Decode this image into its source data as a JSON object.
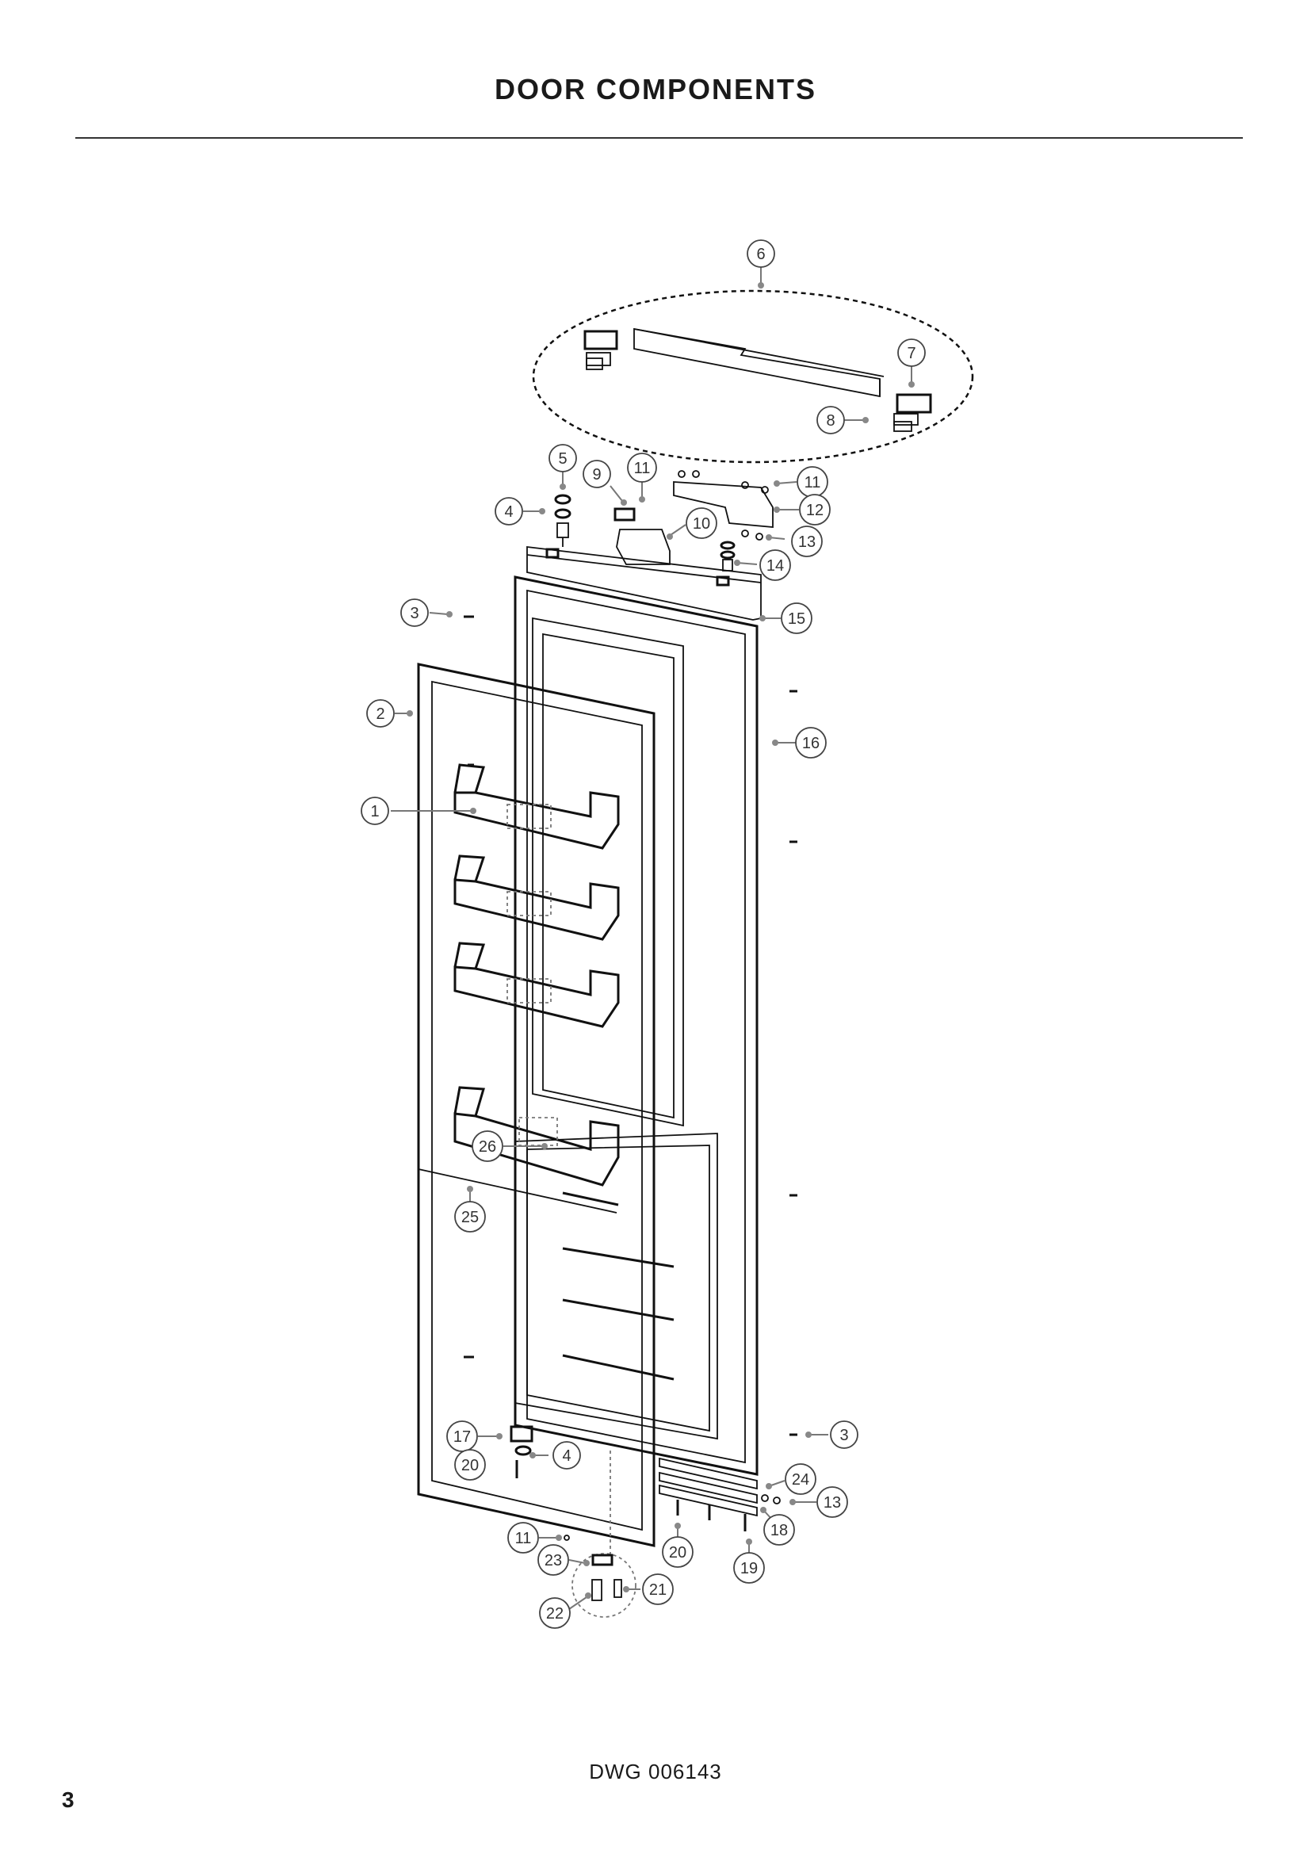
{
  "header": {
    "title": "DOOR COMPONENTS"
  },
  "footer": {
    "drawing_number": "DWG 006143",
    "page_number": "3"
  },
  "callouts": [
    {
      "id": "c6",
      "label": "6"
    },
    {
      "id": "c7",
      "label": "7"
    },
    {
      "id": "c8",
      "label": "8"
    },
    {
      "id": "c5",
      "label": "5"
    },
    {
      "id": "c11a",
      "label": "11"
    },
    {
      "id": "c9",
      "label": "9"
    },
    {
      "id": "c4a",
      "label": "4"
    },
    {
      "id": "c10",
      "label": "10"
    },
    {
      "id": "c11b",
      "label": "11"
    },
    {
      "id": "c12",
      "label": "12"
    },
    {
      "id": "c13a",
      "label": "13"
    },
    {
      "id": "c14",
      "label": "14"
    },
    {
      "id": "c15",
      "label": "15"
    },
    {
      "id": "c3a",
      "label": "3"
    },
    {
      "id": "c2",
      "label": "2"
    },
    {
      "id": "c16",
      "label": "16"
    },
    {
      "id": "c1",
      "label": "1"
    },
    {
      "id": "c26",
      "label": "26"
    },
    {
      "id": "c25",
      "label": "25"
    },
    {
      "id": "c3b",
      "label": "3"
    },
    {
      "id": "c17",
      "label": "17"
    },
    {
      "id": "c4b",
      "label": "4"
    },
    {
      "id": "c20a",
      "label": "20"
    },
    {
      "id": "c24",
      "label": "24"
    },
    {
      "id": "c13b",
      "label": "13"
    },
    {
      "id": "c18",
      "label": "18"
    },
    {
      "id": "c20b",
      "label": "20"
    },
    {
      "id": "c19",
      "label": "19"
    },
    {
      "id": "c11c",
      "label": "11"
    },
    {
      "id": "c23",
      "label": "23"
    },
    {
      "id": "c21",
      "label": "21"
    },
    {
      "id": "c22",
      "label": "22"
    }
  ]
}
